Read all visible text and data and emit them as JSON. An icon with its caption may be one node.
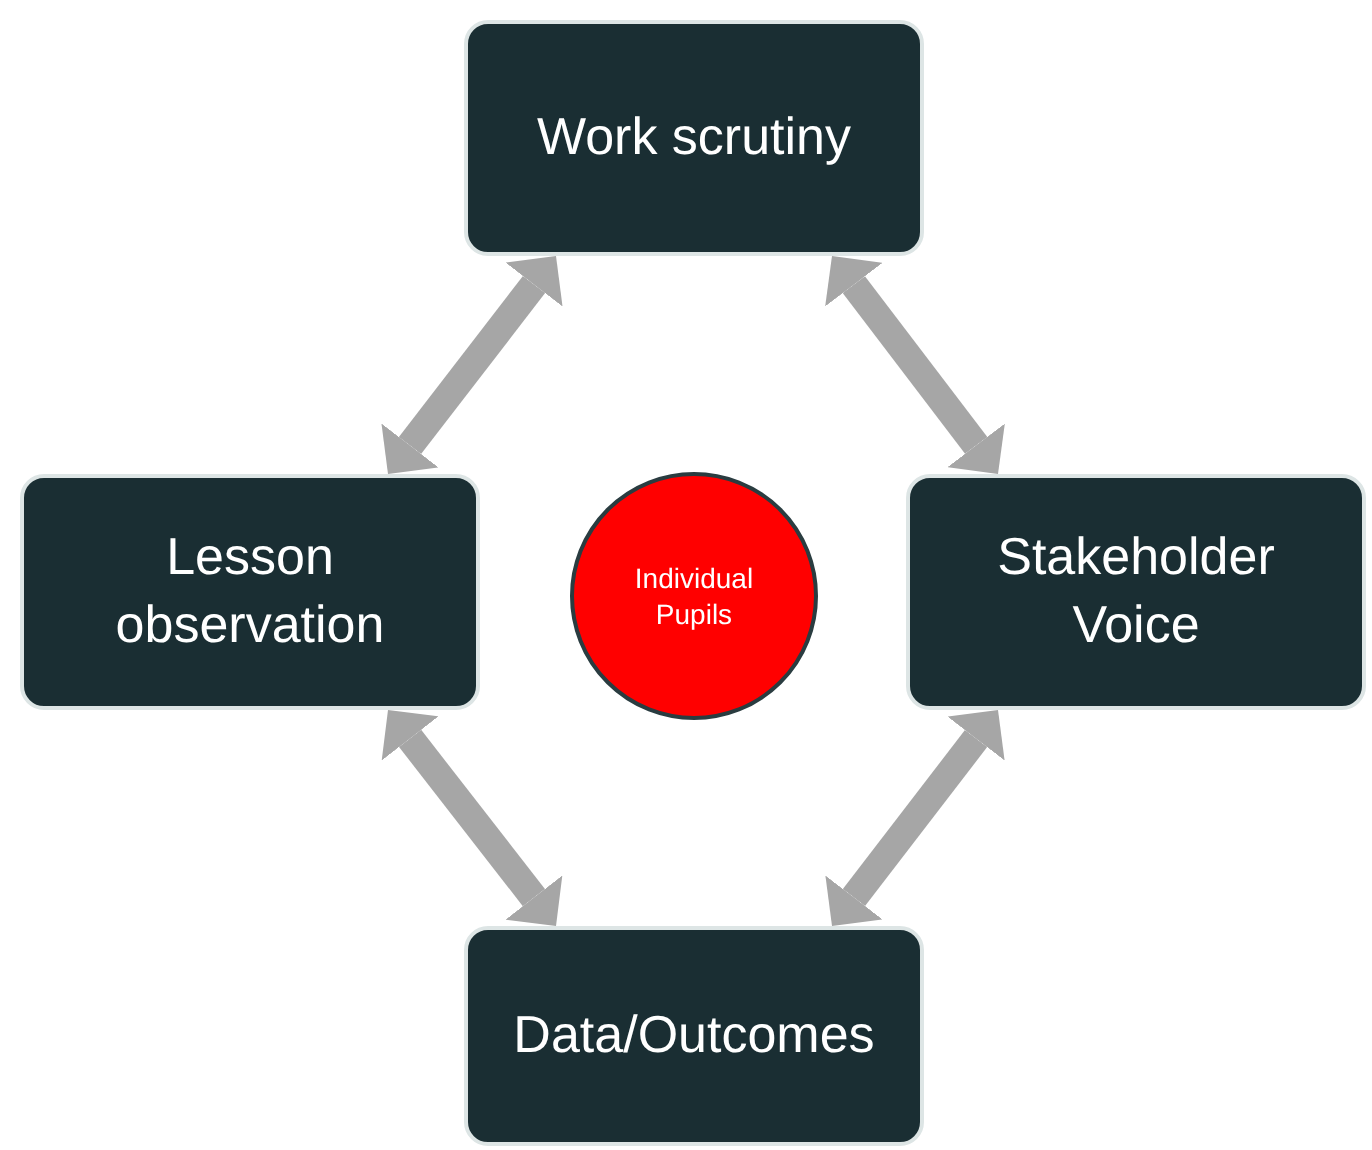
{
  "diagram": {
    "nodes": [
      {
        "text": [
          "Work scrutiny"
        ]
      },
      {
        "text": [
          "Lesson observation"
        ]
      },
      {
        "text": [
          "Individual Pupils"
        ]
      },
      {
        "text": [
          "Stakeholder Voice"
        ]
      },
      {
        "text": [
          "Data/Outcomes"
        ]
      }
    ],
    "edges": [
      {
        "from": 0,
        "to": 1,
        "arrow": "both"
      },
      {
        "from": 0,
        "to": 3,
        "arrow": "both"
      },
      {
        "from": 1,
        "to": 4,
        "arrow": "both"
      },
      {
        "from": 3,
        "to": 4,
        "arrow": "both"
      }
    ]
  }
}
